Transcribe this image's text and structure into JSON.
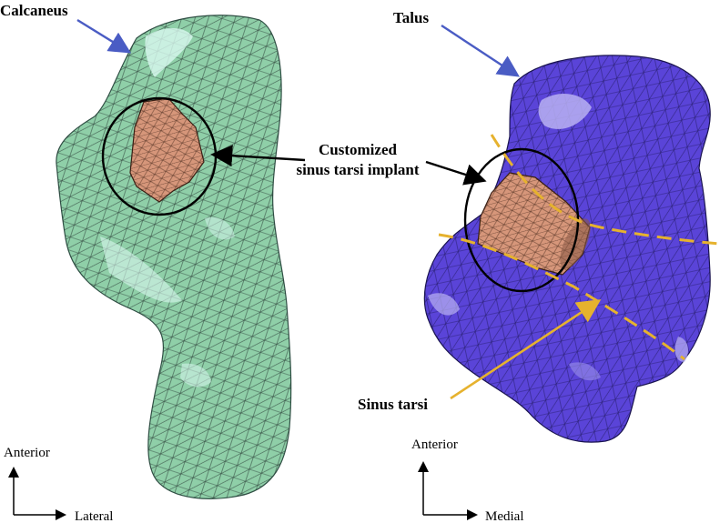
{
  "labels": {
    "calcaneus": "Calcaneus",
    "talus": "Talus",
    "implant_line1": "Customized",
    "implant_line2": "sinus tarsi implant",
    "sinus_tarsi": "Sinus tarsi"
  },
  "axes": {
    "left": {
      "vertical": "Anterior",
      "horizontal": "Lateral"
    },
    "right": {
      "vertical": "Anterior",
      "horizontal": "Medial"
    }
  },
  "colors": {
    "calcaneus_fill": "#8fcfa8",
    "calcaneus_highlight": "#d8f7ef",
    "talus_fill": "#5a44d8",
    "talus_highlight": "#b8b0f2",
    "implant_fill": "#d6967a",
    "mesh_line": "#1e2a28",
    "pointer_blue": "#4a5cc4",
    "guide_orange": "#e6b22e",
    "outline_black": "#000000"
  }
}
